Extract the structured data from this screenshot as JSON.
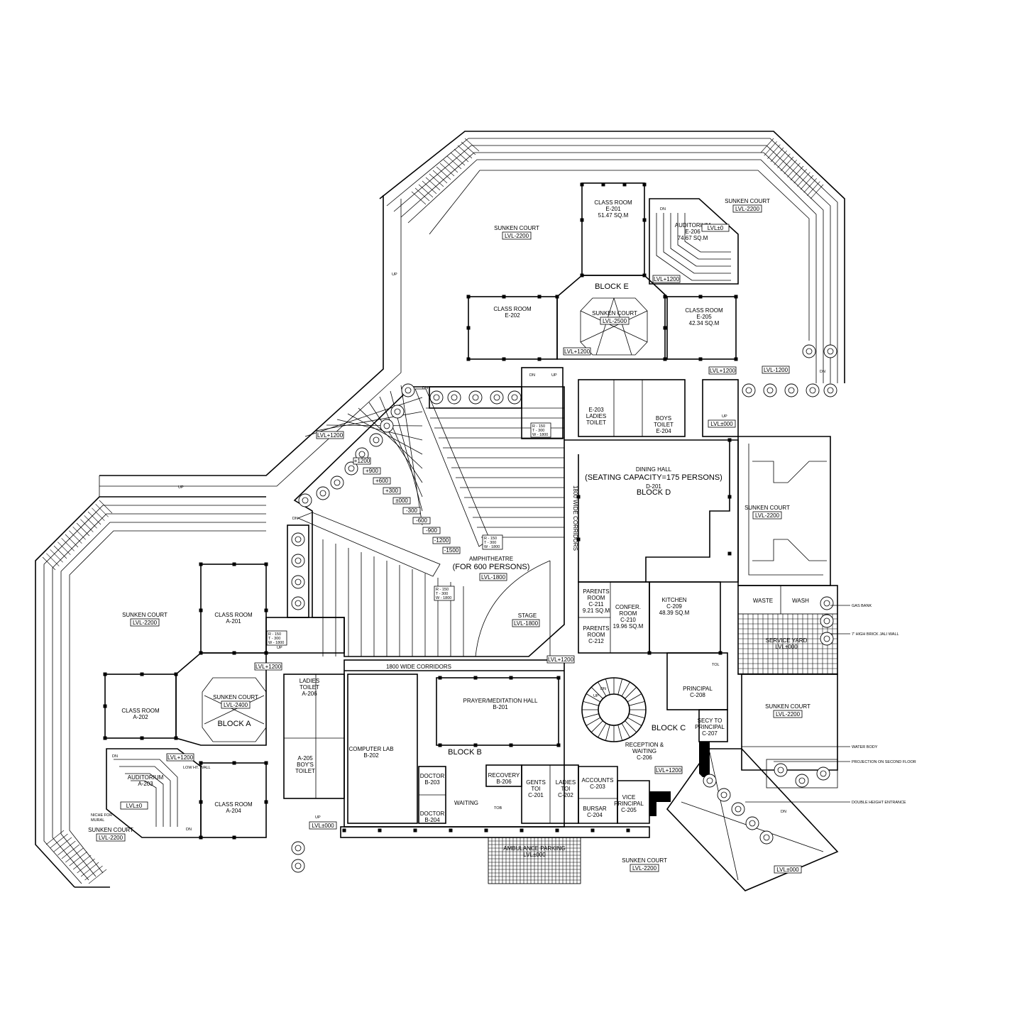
{
  "blocks": [
    {
      "id": "block-e",
      "label": "BLOCK E"
    },
    {
      "id": "block-d",
      "label": "BLOCK D"
    },
    {
      "id": "block-a",
      "label": "BLOCK A"
    },
    {
      "id": "block-b",
      "label": "BLOCK B"
    },
    {
      "id": "block-c",
      "label": "BLOCK C"
    }
  ],
  "rooms": [
    {
      "id": "e-201",
      "lines": [
        "CLASS ROOM",
        "E-201",
        "51.47 SQ.M"
      ]
    },
    {
      "id": "e-202",
      "lines": [
        "CLASS ROOM",
        "E-202"
      ]
    },
    {
      "id": "e-205",
      "lines": [
        "CLASS ROOM",
        "E-205",
        "42.34 SQ.M"
      ]
    },
    {
      "id": "e-206",
      "lines": [
        "AUDITORIUM",
        "E-206",
        "74.67 SQ.M"
      ]
    },
    {
      "id": "e-203",
      "lines": [
        "E-203",
        "LADIES",
        "TOILET"
      ]
    },
    {
      "id": "e-204",
      "lines": [
        "BOYS",
        "TOILET",
        "E-204"
      ]
    },
    {
      "id": "d-201",
      "lines": [
        "DINING HALL",
        "(SEATING CAPACITY=175 PERSONS)",
        "D-201"
      ]
    },
    {
      "id": "amphi",
      "lines": [
        "AMPHITHEATRE",
        "(FOR 600 PERSONS)"
      ]
    },
    {
      "id": "stage",
      "lines": [
        "STAGE"
      ]
    },
    {
      "id": "a-201",
      "lines": [
        "CLASS ROOM",
        "A-201"
      ]
    },
    {
      "id": "a-202",
      "lines": [
        "CLASS ROOM",
        "A-202"
      ]
    },
    {
      "id": "a-204",
      "lines": [
        "CLASS ROOM",
        "A-204"
      ]
    },
    {
      "id": "a-203",
      "lines": [
        "AUDITORIUM",
        "A-203"
      ]
    },
    {
      "id": "a-206",
      "lines": [
        "LADIES",
        "TOILET",
        "A-206"
      ]
    },
    {
      "id": "a-205",
      "lines": [
        "A-205",
        "BOY'S",
        "TOILET"
      ]
    },
    {
      "id": "b-201",
      "lines": [
        "PRAYER/MEDITATION HALL",
        "B-201"
      ]
    },
    {
      "id": "b-202",
      "lines": [
        "COMPUTER LAB",
        "B-202"
      ]
    },
    {
      "id": "b-203",
      "lines": [
        "DOCTOR",
        "B-203"
      ]
    },
    {
      "id": "b-204",
      "lines": [
        "DOCTOR",
        "B-204"
      ]
    },
    {
      "id": "b-206",
      "lines": [
        "RECOVERY",
        "B-206"
      ]
    },
    {
      "id": "waiting-b",
      "lines": [
        "WAITING"
      ]
    },
    {
      "id": "c-201",
      "lines": [
        "GENTS",
        "TOI",
        "C-201"
      ]
    },
    {
      "id": "c-202",
      "lines": [
        "LADIES",
        "TOI",
        "C-202"
      ]
    },
    {
      "id": "c-203",
      "lines": [
        "ACCOUNTS",
        "C-203"
      ]
    },
    {
      "id": "c-204",
      "lines": [
        "BURSAR",
        "C-204"
      ]
    },
    {
      "id": "c-205",
      "lines": [
        "VICE",
        "PRINCIPAL",
        "C-205"
      ]
    },
    {
      "id": "c-206",
      "lines": [
        "RECEPTION &",
        "WAITING",
        "C-206"
      ]
    },
    {
      "id": "c-207",
      "lines": [
        "SECY TO",
        "PRINCIPAL",
        "C-207"
      ]
    },
    {
      "id": "c-208",
      "lines": [
        "PRINCIPAL",
        "C-208"
      ]
    },
    {
      "id": "c-209",
      "lines": [
        "KITCHEN",
        "C-209",
        "48.39 SQ.M"
      ]
    },
    {
      "id": "c-210",
      "lines": [
        "CONFER.",
        "ROOM",
        "C-210",
        "19.96 SQ.M"
      ]
    },
    {
      "id": "c-211",
      "lines": [
        "PARENTS",
        "ROOM",
        "C-211",
        "9.21 SQ.M"
      ]
    },
    {
      "id": "c-212",
      "lines": [
        "PARENTS",
        "ROOM",
        "C-212"
      ]
    },
    {
      "id": "waste",
      "lines": [
        "WASTE"
      ]
    },
    {
      "id": "wash",
      "lines": [
        "WASH"
      ]
    },
    {
      "id": "service",
      "lines": [
        "SERVICE YARD",
        "LVL±000"
      ]
    },
    {
      "id": "ambulance",
      "lines": [
        "AMBULANCE PARKING",
        "LVL±000"
      ]
    }
  ],
  "courts": [
    {
      "id": "court-e-north",
      "label": "SUNKEN COURT",
      "level": "LVL-2200"
    },
    {
      "id": "court-ne",
      "label": "SUNKEN COURT",
      "level": "LVL-2200"
    },
    {
      "id": "court-e-center",
      "label": "SUNKEN COURT",
      "level": "LVL-2500"
    },
    {
      "id": "court-d-east",
      "label": "SUNKEN COURT",
      "level": "LVL-2200"
    },
    {
      "id": "court-a-west",
      "label": "SUNKEN COURT",
      "level": "LVL-2200"
    },
    {
      "id": "court-a-center",
      "label": "SUNKEN COURT",
      "level": "LVL-2400"
    },
    {
      "id": "court-a-sw",
      "label": "SUNKEN COURT",
      "level": "LVL-2200"
    },
    {
      "id": "court-c-east",
      "label": "SUNKEN COURT",
      "level": "LVL-2200"
    },
    {
      "id": "court-south",
      "label": "SUNKEN COURT",
      "level": "LVL-2200"
    }
  ],
  "levels": {
    "amphi": "LVL-1800",
    "stage": "LVL-1800",
    "aud_e": "LVL±0",
    "aud_a": "LVL±0",
    "lvl1200": "LVL+1200",
    "lvl000": "LVL±000",
    "lvl_minus1200": "LVL-1200"
  },
  "amphitheatre_steps": [
    "+1200",
    "+900",
    "+600",
    "+300",
    "±000",
    "-300",
    "-600",
    "-900",
    "-1200",
    "-1500"
  ],
  "stair_notes": {
    "line1": "R - 150",
    "line2": "T - 300",
    "line3": "W - 1800"
  },
  "corridors": {
    "horizontal": "1800 WIDE CORRIDORS",
    "vertical": "1800 WIDE CORRIDORS"
  },
  "annotations": {
    "gas_bank": "GAS BANK",
    "brick_jali": "7' HIGH BRICK JALI WALL",
    "water_body": "WATER BODY",
    "projection": "PROJECTION ON SECOND FLOOR",
    "double_height": "DOUBLE HEIGHT ENTRANCE",
    "niche": "NICHE FOR",
    "mural": "MURAL",
    "low_ht_wall": "LOW HT. WALL"
  },
  "marks": {
    "up": "UP",
    "dn": "DN",
    "tol": "TOL",
    "tob": "TOB"
  }
}
